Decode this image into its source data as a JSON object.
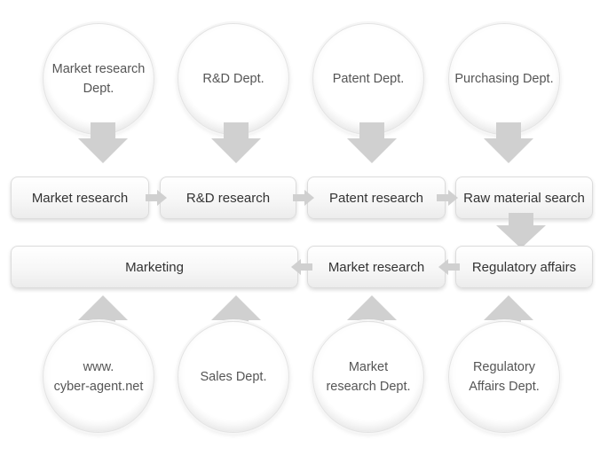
{
  "colors": {
    "arrow": "#d0d0d0",
    "text_box": "#333333",
    "text_circle": "#555555"
  },
  "top_sources": [
    {
      "label": "Market research\nDept."
    },
    {
      "label": "R&D Dept."
    },
    {
      "label": "Patent Dept."
    },
    {
      "label": "Purchasing Dept."
    }
  ],
  "process_row1": [
    {
      "label": "Market research"
    },
    {
      "label": "R&D research"
    },
    {
      "label": "Patent  research"
    },
    {
      "label": "Raw material  search"
    }
  ],
  "process_row2": [
    {
      "label": "Marketing"
    },
    {
      "label": "Market research"
    },
    {
      "label": "Regulatory affairs"
    }
  ],
  "bottom_sources": [
    {
      "label": "www.\ncyber-agent.net"
    },
    {
      "label": "Sales Dept."
    },
    {
      "label": "Market\nresearch Dept."
    },
    {
      "label": "Regulatory\nAffairs Dept."
    }
  ]
}
